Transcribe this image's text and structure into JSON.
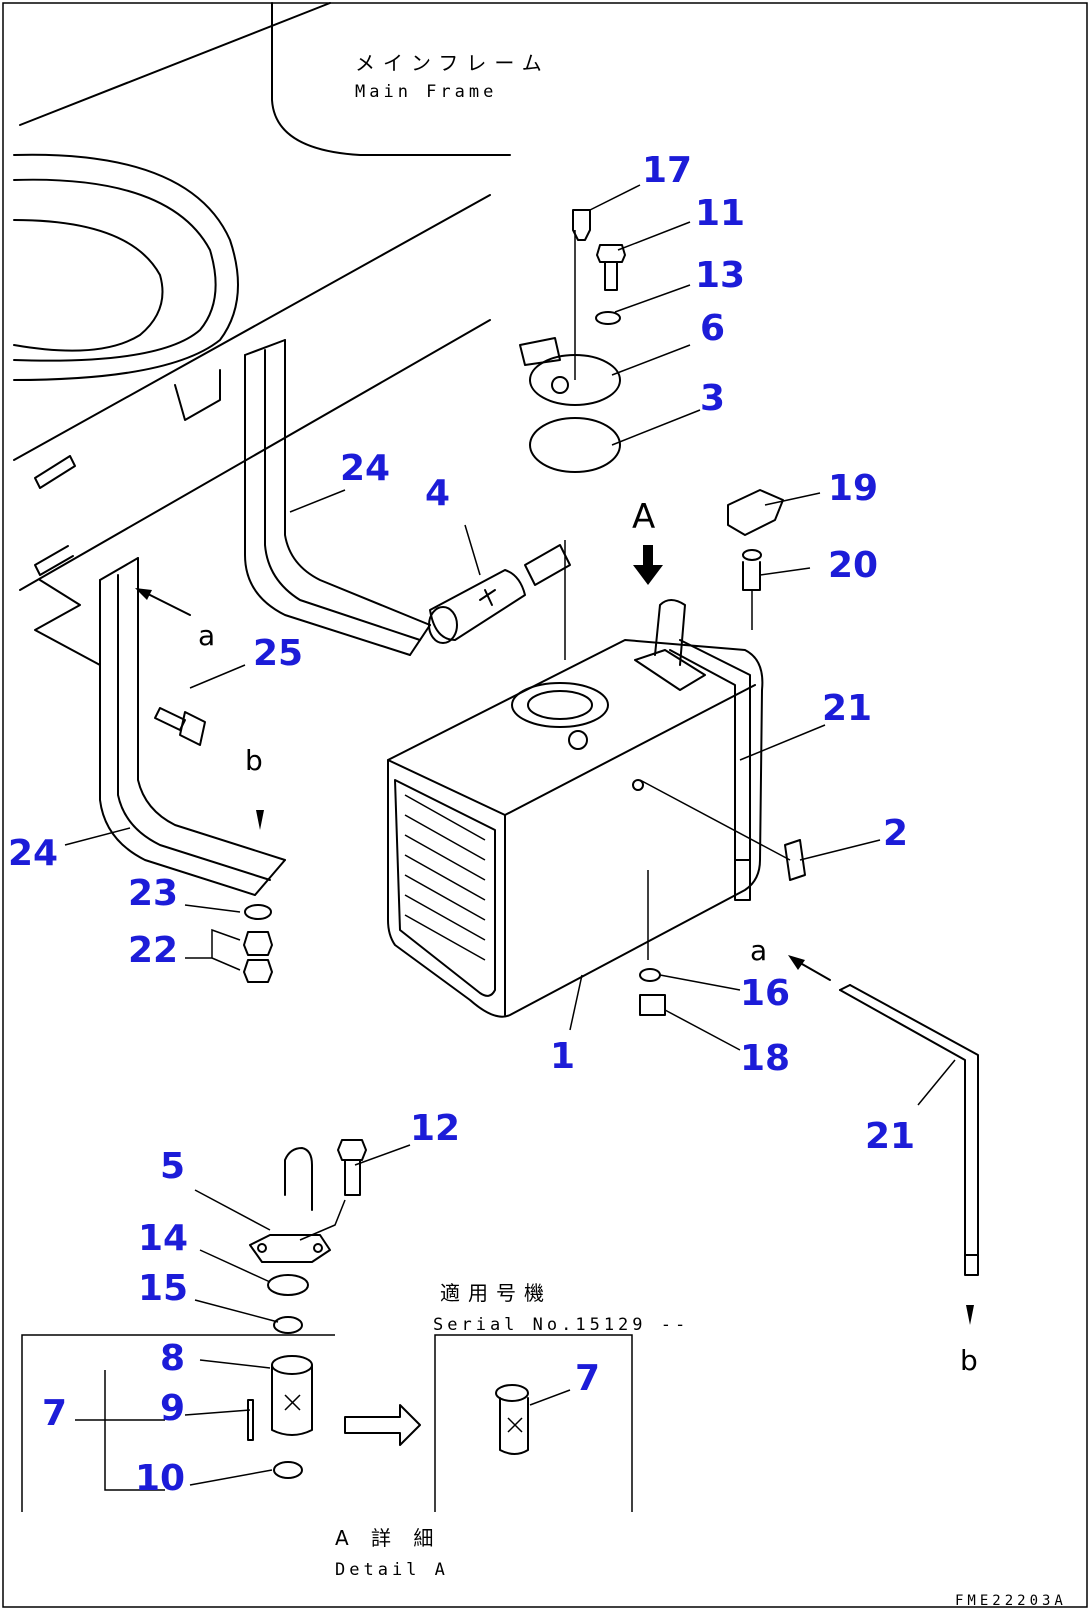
{
  "frame": {
    "label_jp": "メインフレーム",
    "label_en": "Main Frame"
  },
  "part_numbers": [
    "1",
    "2",
    "3",
    "4",
    "5",
    "6",
    "7",
    "8",
    "9",
    "10",
    "11",
    "12",
    "13",
    "14",
    "15",
    "16",
    "17",
    "18",
    "19",
    "20",
    "21",
    "22",
    "23",
    "24",
    "25"
  ],
  "callouts": {
    "n1": "1",
    "n2": "2",
    "n3": "3",
    "n4": "4",
    "n5": "5",
    "n6": "6",
    "n7a": "7",
    "n7b": "7",
    "n8": "8",
    "n9": "9",
    "n10": "10",
    "n11": "11",
    "n12": "12",
    "n13": "13",
    "n14": "14",
    "n15": "15",
    "n16": "16",
    "n17": "17",
    "n18": "18",
    "n19": "19",
    "n20": "20",
    "n21a": "21",
    "n21b": "21",
    "n22": "22",
    "n23": "23",
    "n24a": "24",
    "n24b": "24",
    "n25": "25"
  },
  "view_marks": {
    "A": "A",
    "a1": "a",
    "a2": "a",
    "b1": "b",
    "b2": "b"
  },
  "serial": {
    "label_jp": "適用号機",
    "label_en": "Serial No.15129 --"
  },
  "detail": {
    "label_jp": "A 詳 細",
    "label_en": "Detail A"
  },
  "drawing_code": "FME22203A",
  "colors": {
    "callout": "#1c1cd8",
    "line": "#000000"
  }
}
